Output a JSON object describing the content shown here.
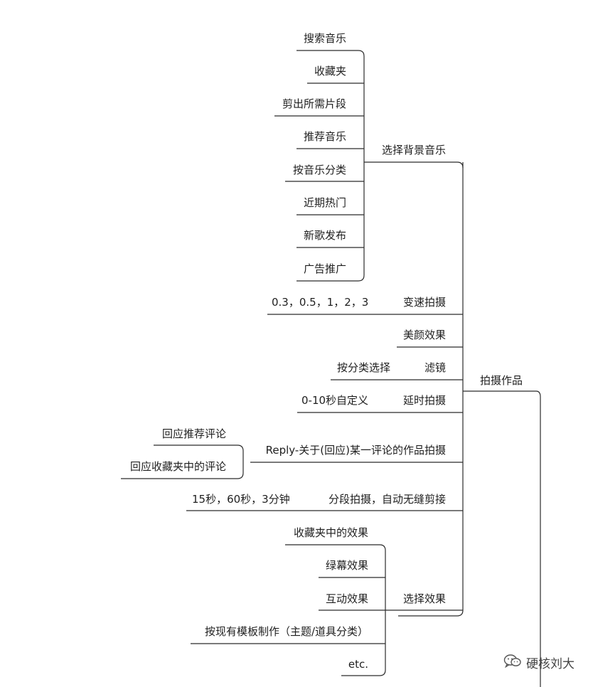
{
  "mindmap": {
    "root": {
      "id": "root",
      "label": "拍摄作品"
    },
    "level1": [
      {
        "id": "bgm",
        "label": "选择背景音乐"
      },
      {
        "id": "speed",
        "label": "变速拍摄"
      },
      {
        "id": "beauty",
        "label": "美颜效果"
      },
      {
        "id": "filter",
        "label": "滤镜"
      },
      {
        "id": "timer",
        "label": "延时拍摄"
      },
      {
        "id": "reply",
        "label": "Reply-关于(回应)某一评论的作品拍摄"
      },
      {
        "id": "segment",
        "label": "分段拍摄，自动无缝剪接"
      },
      {
        "id": "effect",
        "label": "选择效果"
      }
    ],
    "level2": [
      {
        "id": "search",
        "label": "搜索音乐"
      },
      {
        "id": "fav",
        "label": "收藏夹"
      },
      {
        "id": "cut",
        "label": "剪出所需片段"
      },
      {
        "id": "rec",
        "label": "推荐音乐"
      },
      {
        "id": "cat",
        "label": "按音乐分类"
      },
      {
        "id": "hot",
        "label": "近期热门"
      },
      {
        "id": "new",
        "label": "新歌发布"
      },
      {
        "id": "ad",
        "label": "广告推广"
      },
      {
        "id": "speedvals",
        "label": "0.3，0.5，1，2，3"
      },
      {
        "id": "filtercat",
        "label": "按分类选择"
      },
      {
        "id": "timerval",
        "label": "0-10秒自定义"
      },
      {
        "id": "reprec",
        "label": "回应推荐评论"
      },
      {
        "id": "repfav",
        "label": "回应收藏夹中的评论"
      },
      {
        "id": "segvals",
        "label": "15秒，60秒，3分钟"
      },
      {
        "id": "favfx",
        "label": "收藏夹中的效果"
      },
      {
        "id": "green",
        "label": "绿幕效果"
      },
      {
        "id": "interact",
        "label": "互动效果"
      },
      {
        "id": "template",
        "label": "按现有模板制作（主题/道具分类）"
      },
      {
        "id": "etc",
        "label": "etc."
      }
    ]
  },
  "watermark": {
    "icon": "wechat-icon",
    "text": "硬核刘大"
  }
}
